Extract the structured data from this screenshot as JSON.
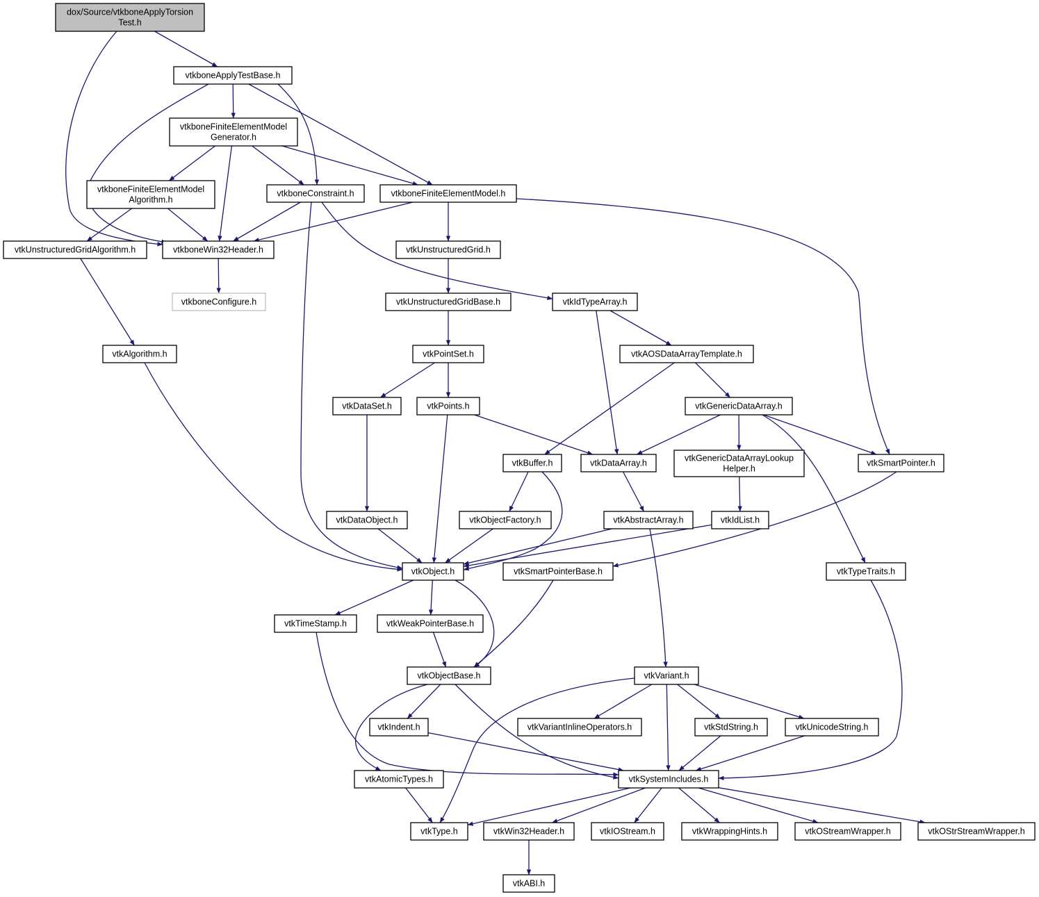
{
  "graph": {
    "title": "dox/Source/vtkboneApplyTorsionTest.h",
    "colors": {
      "edge": "#191970",
      "root_fill": "#bfbfbf",
      "external_border": "#bfbfbf",
      "node_border": "#000000"
    },
    "nodes": [
      {
        "id": "root",
        "lines": [
          "dox/Source/vtkboneApplyTorsion",
          "Test.h"
        ],
        "kind": "root"
      },
      {
        "id": "applytestbase",
        "lines": [
          "vtkboneApplyTestBase.h"
        ]
      },
      {
        "id": "femgen",
        "lines": [
          "vtkboneFiniteElementModel",
          "Generator.h"
        ]
      },
      {
        "id": "femalg",
        "lines": [
          "vtkboneFiniteElementModel",
          "Algorithm.h"
        ]
      },
      {
        "id": "constraint",
        "lines": [
          "vtkboneConstraint.h"
        ]
      },
      {
        "id": "fem",
        "lines": [
          "vtkboneFiniteElementModel.h"
        ]
      },
      {
        "id": "ugalg",
        "lines": [
          "vtkUnstructuredGridAlgorithm.h"
        ]
      },
      {
        "id": "win32header",
        "lines": [
          "vtkboneWin32Header.h"
        ]
      },
      {
        "id": "ug",
        "lines": [
          "vtkUnstructuredGrid.h"
        ]
      },
      {
        "id": "configure",
        "lines": [
          "vtkboneConfigure.h"
        ],
        "kind": "external"
      },
      {
        "id": "ugbase",
        "lines": [
          "vtkUnstructuredGridBase.h"
        ]
      },
      {
        "id": "idtype",
        "lines": [
          "vtkIdTypeArray.h"
        ]
      },
      {
        "id": "algorithm",
        "lines": [
          "vtkAlgorithm.h"
        ]
      },
      {
        "id": "pointset",
        "lines": [
          "vtkPointSet.h"
        ]
      },
      {
        "id": "aos",
        "lines": [
          "vtkAOSDataArrayTemplate.h"
        ]
      },
      {
        "id": "dataset",
        "lines": [
          "vtkDataSet.h"
        ]
      },
      {
        "id": "points",
        "lines": [
          "vtkPoints.h"
        ]
      },
      {
        "id": "generic",
        "lines": [
          "vtkGenericDataArray.h"
        ]
      },
      {
        "id": "buffer",
        "lines": [
          "vtkBuffer.h"
        ]
      },
      {
        "id": "dataarray",
        "lines": [
          "vtkDataArray.h"
        ]
      },
      {
        "id": "lookup",
        "lines": [
          "vtkGenericDataArrayLookup",
          "Helper.h"
        ]
      },
      {
        "id": "smartptr",
        "lines": [
          "vtkSmartPointer.h"
        ]
      },
      {
        "id": "dataobject",
        "lines": [
          "vtkDataObject.h"
        ]
      },
      {
        "id": "objfactory",
        "lines": [
          "vtkObjectFactory.h"
        ]
      },
      {
        "id": "abstractarray",
        "lines": [
          "vtkAbstractArray.h"
        ]
      },
      {
        "id": "idlist",
        "lines": [
          "vtkIdList.h"
        ]
      },
      {
        "id": "object",
        "lines": [
          "vtkObject.h"
        ]
      },
      {
        "id": "smartptrbase",
        "lines": [
          "vtkSmartPointerBase.h"
        ]
      },
      {
        "id": "typetraits",
        "lines": [
          "vtkTypeTraits.h"
        ]
      },
      {
        "id": "timestamp",
        "lines": [
          "vtkTimeStamp.h"
        ]
      },
      {
        "id": "weakptrbase",
        "lines": [
          "vtkWeakPointerBase.h"
        ]
      },
      {
        "id": "objectbase",
        "lines": [
          "vtkObjectBase.h"
        ]
      },
      {
        "id": "variant",
        "lines": [
          "vtkVariant.h"
        ]
      },
      {
        "id": "indent",
        "lines": [
          "vtkIndent.h"
        ]
      },
      {
        "id": "variantinline",
        "lines": [
          "vtkVariantInlineOperators.h"
        ]
      },
      {
        "id": "stdstring",
        "lines": [
          "vtkStdString.h"
        ]
      },
      {
        "id": "unicodestring",
        "lines": [
          "vtkUnicodeString.h"
        ]
      },
      {
        "id": "atomictypes",
        "lines": [
          "vtkAtomicTypes.h"
        ]
      },
      {
        "id": "systemincludes",
        "lines": [
          "vtkSystemIncludes.h"
        ]
      },
      {
        "id": "type",
        "lines": [
          "vtkType.h"
        ]
      },
      {
        "id": "win32",
        "lines": [
          "vtkWin32Header.h"
        ]
      },
      {
        "id": "iostream",
        "lines": [
          "vtkIOStream.h"
        ]
      },
      {
        "id": "wrappinghints",
        "lines": [
          "vtkWrappingHints.h"
        ]
      },
      {
        "id": "ostreamwrapper",
        "lines": [
          "vtkOStreamWrapper.h"
        ]
      },
      {
        "id": "ostrstreamwrapper",
        "lines": [
          "vtkOStrStreamWrapper.h"
        ]
      },
      {
        "id": "abi",
        "lines": [
          "vtkABI.h"
        ]
      }
    ],
    "edges": [
      [
        "root",
        "applytestbase"
      ],
      [
        "root",
        "win32header"
      ],
      [
        "applytestbase",
        "femgen"
      ],
      [
        "applytestbase",
        "constraint"
      ],
      [
        "applytestbase",
        "fem"
      ],
      [
        "applytestbase",
        "win32header"
      ],
      [
        "femgen",
        "femalg"
      ],
      [
        "femgen",
        "constraint"
      ],
      [
        "femgen",
        "fem"
      ],
      [
        "femgen",
        "win32header"
      ],
      [
        "femalg",
        "ugalg"
      ],
      [
        "femalg",
        "win32header"
      ],
      [
        "constraint",
        "win32header"
      ],
      [
        "constraint",
        "idtype"
      ],
      [
        "constraint",
        "object"
      ],
      [
        "fem",
        "win32header"
      ],
      [
        "fem",
        "ug"
      ],
      [
        "fem",
        "smartptr"
      ],
      [
        "win32header",
        "configure"
      ],
      [
        "ugalg",
        "algorithm"
      ],
      [
        "algorithm",
        "object"
      ],
      [
        "ug",
        "ugbase"
      ],
      [
        "ugbase",
        "pointset"
      ],
      [
        "pointset",
        "dataset"
      ],
      [
        "pointset",
        "points"
      ],
      [
        "dataset",
        "dataobject"
      ],
      [
        "points",
        "object"
      ],
      [
        "points",
        "dataarray"
      ],
      [
        "idtype",
        "aos"
      ],
      [
        "idtype",
        "dataarray"
      ],
      [
        "aos",
        "generic"
      ],
      [
        "aos",
        "buffer"
      ],
      [
        "generic",
        "dataarray"
      ],
      [
        "generic",
        "lookup"
      ],
      [
        "generic",
        "smartptr"
      ],
      [
        "generic",
        "typetraits"
      ],
      [
        "buffer",
        "objfactory"
      ],
      [
        "buffer",
        "object"
      ],
      [
        "dataarray",
        "abstractarray"
      ],
      [
        "lookup",
        "idlist"
      ],
      [
        "smartptr",
        "smartptrbase"
      ],
      [
        "dataobject",
        "object"
      ],
      [
        "objfactory",
        "object"
      ],
      [
        "abstractarray",
        "object"
      ],
      [
        "abstractarray",
        "variant"
      ],
      [
        "idlist",
        "object"
      ],
      [
        "object",
        "timestamp"
      ],
      [
        "object",
        "weakptrbase"
      ],
      [
        "object",
        "objectbase"
      ],
      [
        "smartptrbase",
        "objectbase"
      ],
      [
        "typetraits",
        "systemincludes"
      ],
      [
        "timestamp",
        "systemincludes"
      ],
      [
        "weakptrbase",
        "objectbase"
      ],
      [
        "objectbase",
        "indent"
      ],
      [
        "objectbase",
        "atomictypes"
      ],
      [
        "objectbase",
        "systemincludes"
      ],
      [
        "variant",
        "variantinline"
      ],
      [
        "variant",
        "stdstring"
      ],
      [
        "variant",
        "unicodestring"
      ],
      [
        "variant",
        "systemincludes"
      ],
      [
        "variant",
        "type"
      ],
      [
        "indent",
        "systemincludes"
      ],
      [
        "stdstring",
        "systemincludes"
      ],
      [
        "unicodestring",
        "systemincludes"
      ],
      [
        "atomictypes",
        "type"
      ],
      [
        "systemincludes",
        "type"
      ],
      [
        "systemincludes",
        "win32"
      ],
      [
        "systemincludes",
        "iostream"
      ],
      [
        "systemincludes",
        "wrappinghints"
      ],
      [
        "systemincludes",
        "ostreamwrapper"
      ],
      [
        "systemincludes",
        "ostrstreamwrapper"
      ],
      [
        "win32",
        "abi"
      ]
    ]
  }
}
